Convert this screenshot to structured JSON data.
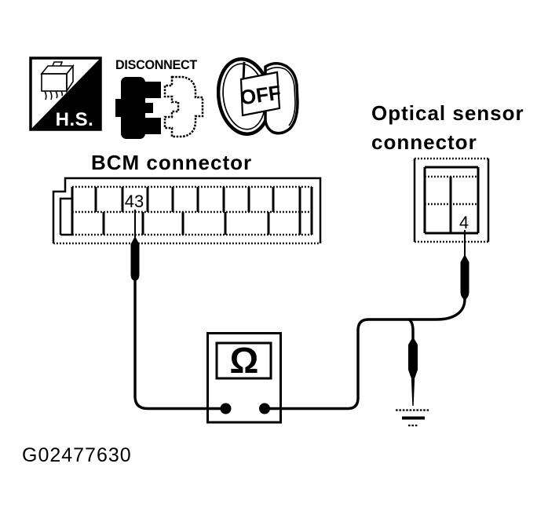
{
  "palette": {
    "ink": "#000000",
    "paper": "#ffffff"
  },
  "figure_id": "G02477630",
  "header_icons": {
    "hs_badge": {
      "label": "H.S."
    },
    "disconnect_badge": {
      "label": "DISCONNECT"
    },
    "ignition_key_badge": {
      "label": "OFF"
    }
  },
  "bcm_connector": {
    "title": "BCM connector",
    "probed_pin": "43",
    "rows": [
      {
        "cells": 9
      },
      {
        "cells": 6
      }
    ]
  },
  "optical_sensor_connector": {
    "title_line1": "Optical sensor",
    "title_line2": "connector",
    "probed_pin": "4"
  },
  "meter": {
    "type": "ohmmeter",
    "display_symbol": "Ω"
  },
  "connections": [
    {
      "from": "BCM connector pin 43",
      "to": "ohmmeter left terminal"
    },
    {
      "from": "Optical sensor connector pin 4",
      "to": "ohmmeter right terminal"
    },
    {
      "from": "pin 4 lead",
      "to": "ground"
    }
  ]
}
